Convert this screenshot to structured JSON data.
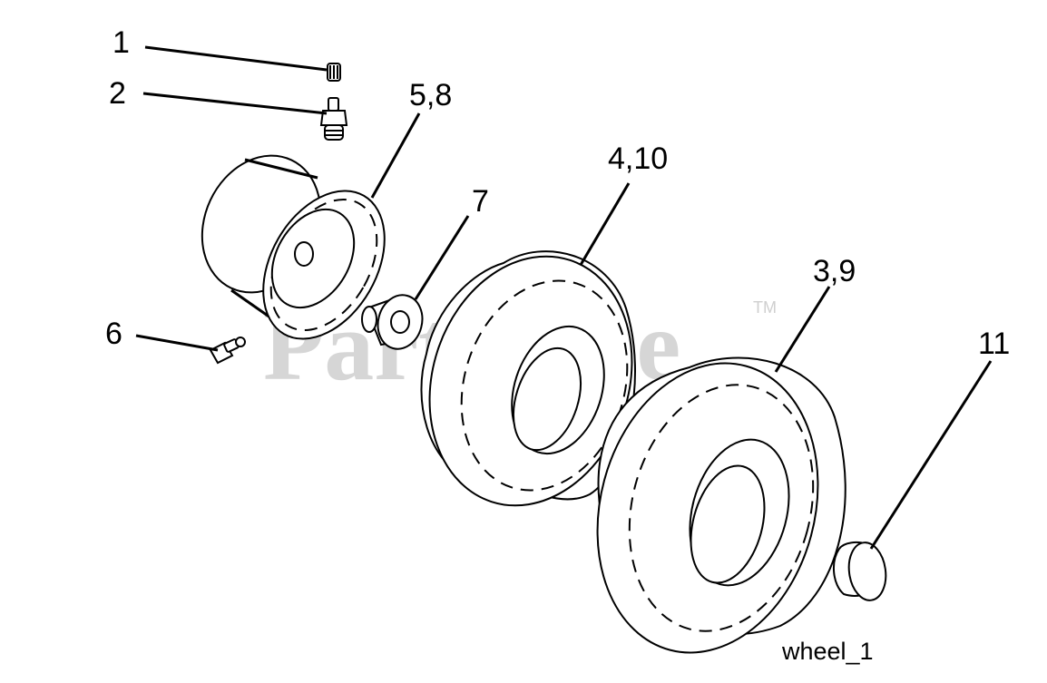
{
  "callouts": {
    "c1": "1",
    "c2": "2",
    "c58": "5,8",
    "c410": "4,10",
    "c7": "7",
    "c39": "3,9",
    "c11": "11",
    "c6": "6"
  },
  "caption": "wheel_1",
  "watermark": {
    "text": "PartsTree",
    "trademark": "TM"
  },
  "parts": {
    "p1": "valve-cap-icon",
    "p2": "valve-stem-icon",
    "p58": "rim-icon",
    "p6": "grease-fitting-icon",
    "p7": "bushing-icon",
    "p410": "front-tire-icon",
    "p39": "rear-tire-icon",
    "p11": "hub-cap-icon"
  }
}
